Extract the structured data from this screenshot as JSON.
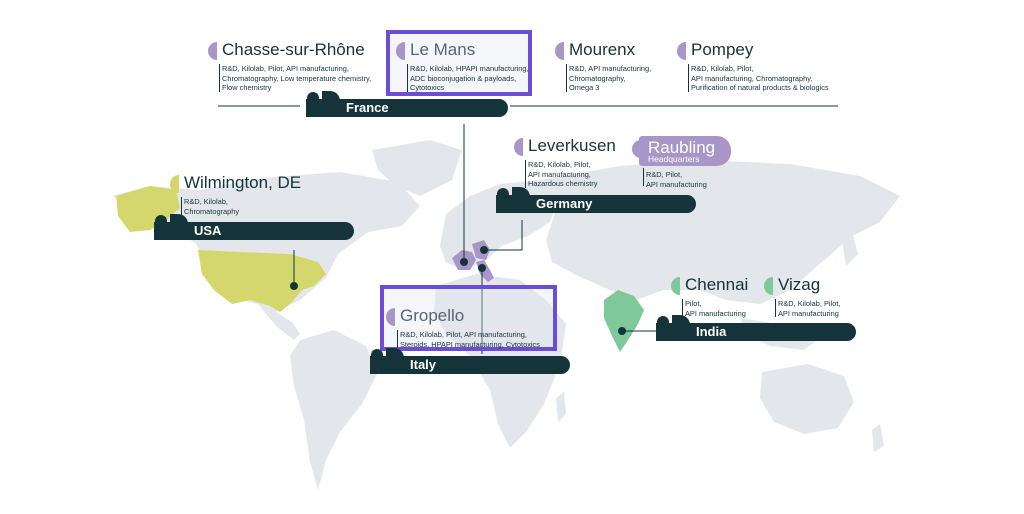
{
  "colors": {
    "dark": "#14343a",
    "purple": "#a896c8",
    "highlight": "#6a4fd6",
    "usa": "#d4d86c",
    "india": "#7fc89a",
    "map": "#e3e7ec"
  },
  "countries": [
    {
      "label": "France"
    },
    {
      "label": "Germany"
    },
    {
      "label": "USA"
    },
    {
      "label": "Italy"
    },
    {
      "label": "India"
    }
  ],
  "sites": {
    "chasse": {
      "name": "Chasse-sur-Rhône",
      "lines": [
        "R&D, Kilolab, Pilot, API manufacturing,",
        "Chromatography, Low temperature chemistry,",
        "Flow chemistry"
      ]
    },
    "lemans": {
      "name": "Le Mans",
      "lines": [
        "R&D, Kilolab, HPAPI manufacturing,",
        "ADC bioconjugation & payloads,",
        "Cytotoxics"
      ]
    },
    "mourenx": {
      "name": "Mourenx",
      "lines": [
        "R&D, API manufacturing,",
        "Chromatography,",
        "Omega 3"
      ]
    },
    "pompey": {
      "name": "Pompey",
      "lines": [
        "R&D, Kilolab, Pilot,",
        "API manufacturing, Chromatography,",
        "Purification of natural products & biologics"
      ]
    },
    "leverkusen": {
      "name": "Leverkusen",
      "lines": [
        "R&D, Kilolab, Pilot,",
        "API manufacturing,",
        "Hazardous chemistry"
      ]
    },
    "raubling": {
      "name": "Raubling",
      "subtitle": "Headquarters",
      "lines": [
        "R&D, Pilot,",
        "API manufacturing"
      ]
    },
    "wilmington": {
      "name": "Wilmington, DE",
      "lines": [
        "R&D, Kilolab,",
        "Chromatography"
      ]
    },
    "gropello": {
      "name": "Gropello",
      "lines": [
        "R&D, Kilolab, Pilot, API manufacturing,",
        "Steroids, HPAPI manufacturing, Cytotoxics"
      ]
    },
    "chennai": {
      "name": "Chennai",
      "lines": [
        "Pilot,",
        "API manufacturing"
      ]
    },
    "vizag": {
      "name": "Vizag",
      "lines": [
        "R&D, Kilolab, Pilot,",
        "API manufacturing"
      ]
    }
  }
}
